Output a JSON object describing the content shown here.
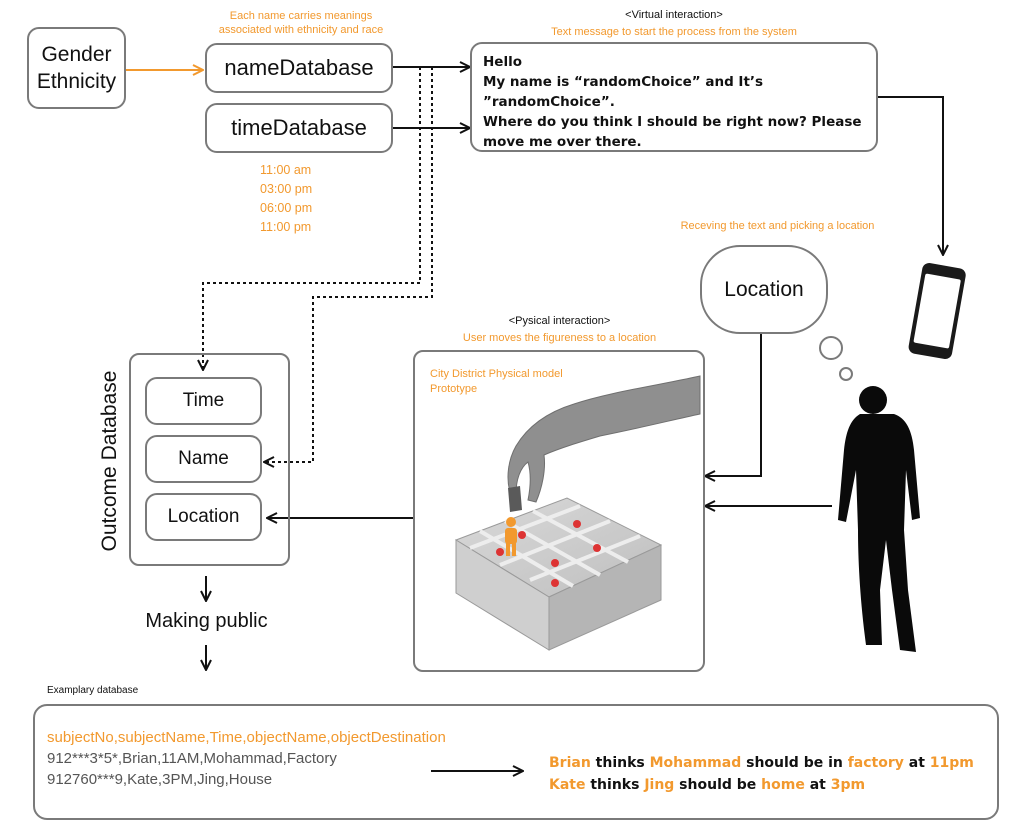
{
  "top": {
    "gender_ethnicity": [
      "Gender",
      "Ethnicity"
    ],
    "name_db_note": [
      "Each name carries meanings",
      "associated with ethnicity and race"
    ],
    "name_database": "nameDatabase",
    "time_database": "timeDatabase",
    "times": [
      "11:00 am",
      "03:00 pm",
      "06:00 pm",
      "11:00 pm"
    ],
    "virtual_title": "<Virtual interaction>",
    "virtual_sub": "Text message to start the process from the system",
    "message_lines": [
      "Hello",
      "My name is “randomChoice” and It’s ”randomChoice”.",
      "Where do you think I should be right now? Please",
      "move me over there."
    ]
  },
  "middle": {
    "receiving_note": "Receving the text and picking a location",
    "location_bubble": "Location",
    "physical_title": "<Pysical interaction>",
    "physical_sub": "User moves the figureness to a location",
    "model_caption": [
      "City District Physical model",
      "Prototype"
    ]
  },
  "outcome": {
    "title": "Outcome Database",
    "fields": [
      "Time",
      "Name",
      "Location"
    ],
    "making_public": "Making public"
  },
  "bottom": {
    "label": "Examplary database",
    "header_row": "subjectNo,subjectName,Time,objectName,objectDestination",
    "rows": [
      "912***3*5*,Brian,11AM,Mohammad,Factory",
      "912760***9,Kate,3PM,Jing,House"
    ],
    "sentences": [
      [
        {
          "text": "Brian",
          "highlight": true
        },
        {
          "text": " thinks ",
          "highlight": false
        },
        {
          "text": "Mohammad",
          "highlight": true
        },
        {
          "text": " should be in ",
          "highlight": false
        },
        {
          "text": "factory",
          "highlight": true
        },
        {
          "text": " at ",
          "highlight": false
        },
        {
          "text": "11pm",
          "highlight": true
        }
      ],
      [
        {
          "text": "Kate",
          "highlight": true
        },
        {
          "text": " thinks ",
          "highlight": false
        },
        {
          "text": "Jing",
          "highlight": true
        },
        {
          "text": " should be ",
          "highlight": false
        },
        {
          "text": "home",
          "highlight": true
        },
        {
          "text": " at ",
          "highlight": false
        },
        {
          "text": "3pm",
          "highlight": true
        }
      ]
    ]
  },
  "colors": {
    "accent": "#f2992e",
    "border": "#7a7a7a",
    "text": "#111111"
  },
  "icons": [
    "smartphone-icon",
    "walking-man-silhouette",
    "hand-figurine-illustration",
    "city-block-model"
  ]
}
